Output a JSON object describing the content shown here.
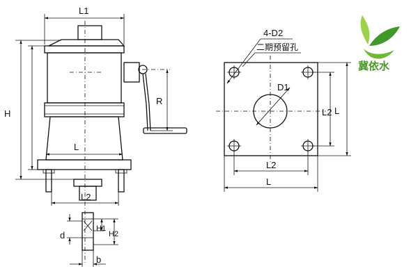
{
  "logo": {
    "text": "冀依水",
    "colors": {
      "leaf_light": "#9cd14a",
      "leaf_dark": "#3f9a2a",
      "text": "#4a9a2a"
    }
  },
  "side_view": {
    "labels": {
      "l1": "L1",
      "h": "H",
      "r": "R",
      "l": "L",
      "l2": "L2",
      "d": "d",
      "h1": "H1",
      "h2": "H2",
      "b": "b"
    }
  },
  "plan_view": {
    "labels": {
      "holes": "4-D2",
      "note": "二期预留孔",
      "d1": "D1",
      "l2_horizontal": "L2",
      "l2_vertical": "L2",
      "l_horizontal": "L",
      "l_vertical": "L"
    }
  },
  "line_color": "#111111"
}
